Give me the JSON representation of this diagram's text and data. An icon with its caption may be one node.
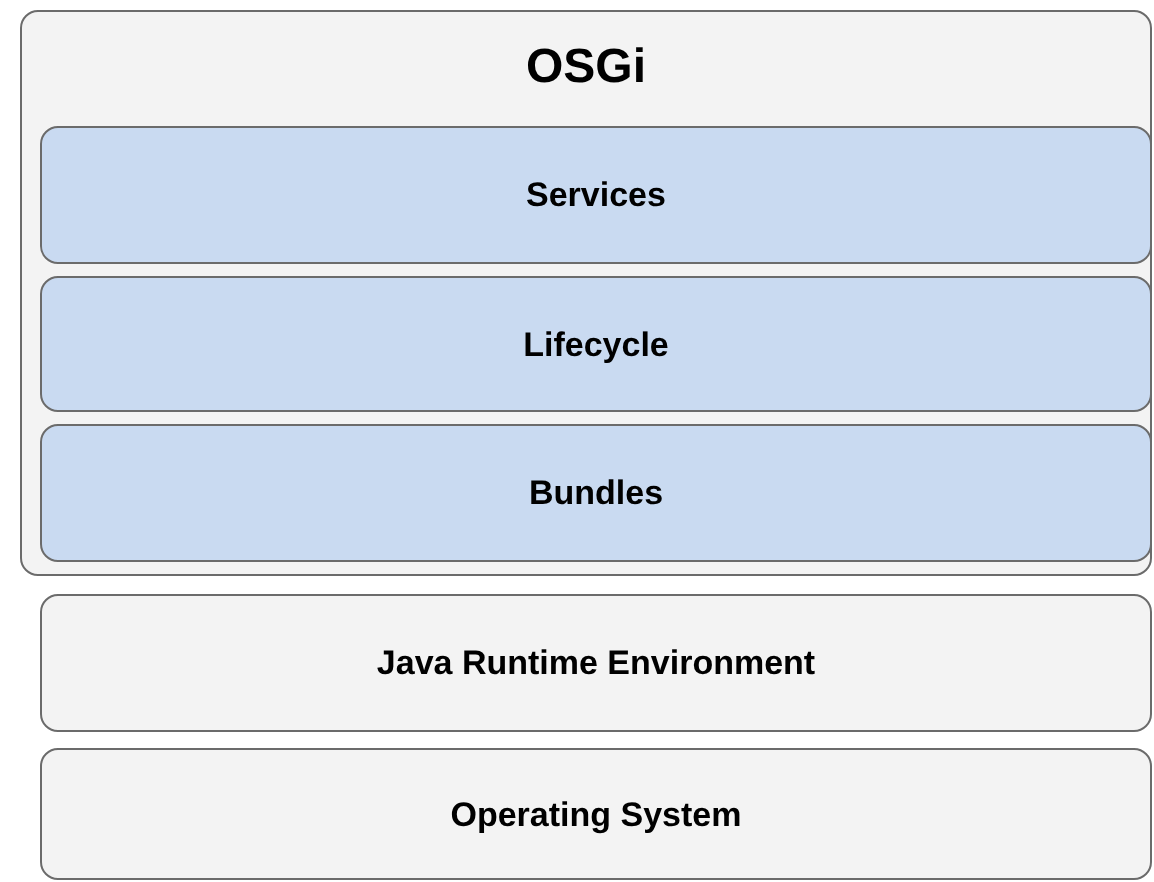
{
  "diagram": {
    "nodes": [
      {
        "text": [
          "OSGi"
        ]
      },
      {
        "text": [
          "Services"
        ],
        "in": 0
      },
      {
        "text": [
          "Lifecycle"
        ],
        "in": 0
      },
      {
        "text": [
          "Bundles"
        ],
        "in": 0
      },
      {
        "text": [
          "Java Runtime Environment"
        ]
      },
      {
        "text": [
          "Operating System"
        ]
      }
    ]
  }
}
